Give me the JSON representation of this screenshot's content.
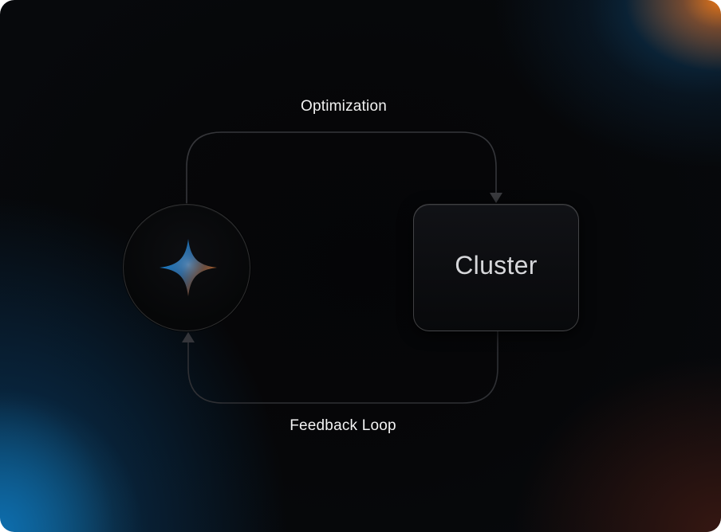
{
  "diagram": {
    "top_edge_label": "Optimization",
    "bottom_edge_label": "Feedback Loop",
    "node_target_label": "Cluster",
    "node_source_icon": "four-point-sparkle-icon"
  },
  "colors": {
    "background": "#050507",
    "accent_orange": "#f07814",
    "accent_blue": "#0a6eb4",
    "text": "#f2f2f2",
    "connector": "#3a3b3f"
  }
}
